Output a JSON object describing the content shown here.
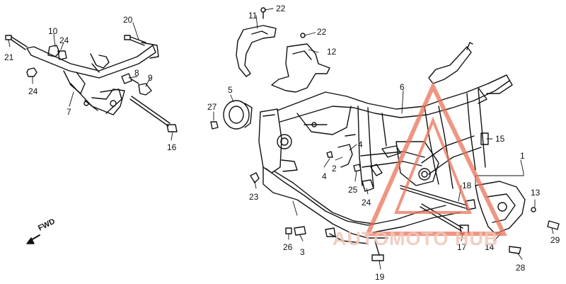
{
  "diagram": {
    "callouts": [
      {
        "id": "c20",
        "text": "20"
      },
      {
        "id": "c10",
        "text": "10"
      },
      {
        "id": "c24a",
        "text": "24"
      },
      {
        "id": "c21",
        "text": "21"
      },
      {
        "id": "c24b",
        "text": "24"
      },
      {
        "id": "c8",
        "text": "8"
      },
      {
        "id": "c9",
        "text": "9"
      },
      {
        "id": "c7",
        "text": "7"
      },
      {
        "id": "c16",
        "text": "16"
      },
      {
        "id": "c11",
        "text": "11"
      },
      {
        "id": "c22a",
        "text": "22"
      },
      {
        "id": "c22b",
        "text": "22"
      },
      {
        "id": "c12",
        "text": "12"
      },
      {
        "id": "c5",
        "text": "5"
      },
      {
        "id": "c27",
        "text": "27"
      },
      {
        "id": "c6",
        "text": "6"
      },
      {
        "id": "c15",
        "text": "15"
      },
      {
        "id": "c4a",
        "text": "4"
      },
      {
        "id": "c2",
        "text": "2"
      },
      {
        "id": "c4b",
        "text": "4"
      },
      {
        "id": "c1",
        "text": "1"
      },
      {
        "id": "c25",
        "text": "25"
      },
      {
        "id": "c24c",
        "text": "24"
      },
      {
        "id": "c18",
        "text": "18"
      },
      {
        "id": "c13",
        "text": "13"
      },
      {
        "id": "c23",
        "text": "23"
      },
      {
        "id": "c26",
        "text": "26"
      },
      {
        "id": "c3",
        "text": "3"
      },
      {
        "id": "c17",
        "text": "17"
      },
      {
        "id": "c14",
        "text": "14"
      },
      {
        "id": "c29",
        "text": "29"
      },
      {
        "id": "c28",
        "text": "28"
      },
      {
        "id": "c19",
        "text": "19"
      }
    ],
    "fwd_label": "FWD",
    "watermark_text": "AUTOMOTO HUB",
    "colors": {
      "line": "#111111",
      "watermark": "#e8735a"
    }
  }
}
